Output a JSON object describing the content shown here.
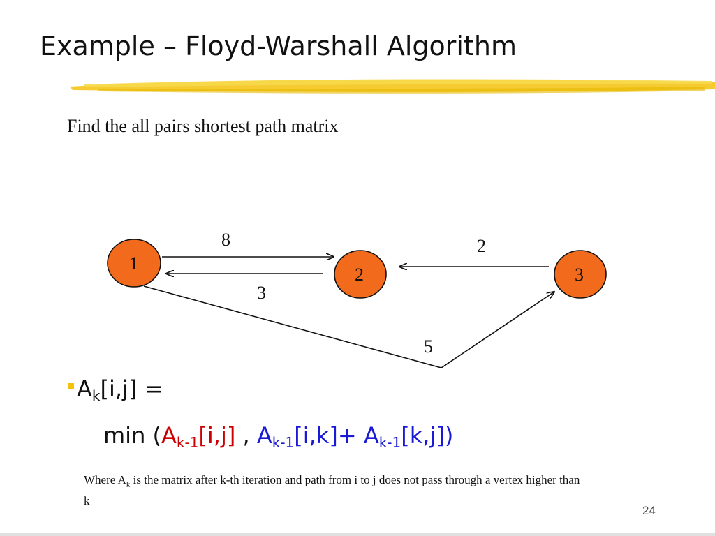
{
  "title": "Example – Floyd-Warshall Algorithm",
  "subtitle": "Find the all pairs shortest path matrix",
  "colors": {
    "node_fill": "#f26a1b",
    "brush": "#f4c20d",
    "red": "#cc0000",
    "blue": "#1a1ad6"
  },
  "graph": {
    "nodes": [
      {
        "id": "1",
        "label": "1"
      },
      {
        "id": "2",
        "label": "2"
      },
      {
        "id": "3",
        "label": "3"
      }
    ],
    "edges": [
      {
        "from": "1",
        "to": "2",
        "weight": "8"
      },
      {
        "from": "2",
        "to": "1",
        "weight": "3"
      },
      {
        "from": "3",
        "to": "2",
        "weight": "2"
      },
      {
        "from": "1",
        "to": "3",
        "weight": "5"
      }
    ]
  },
  "formula": {
    "lhs_A": "A",
    "lhs_k": "k",
    "lhs_rest": "[i,j] =",
    "min_open": "min (",
    "t1_A": "A",
    "t1_sub": "k-1",
    "t1_idx": "[i,j]",
    "comma": " , ",
    "t2_A": "A",
    "t2_sub": "k-1",
    "t2_idx": "[i,k]+ ",
    "t3_A": "A",
    "t3_sub": "k-1",
    "t3_idx": "[k,j])"
  },
  "note": {
    "p1": "Where A",
    "sub": "k",
    "p2": " is the matrix after k-th iteration and path from i to j does not pass through a vertex higher than k"
  },
  "page_number": "24"
}
